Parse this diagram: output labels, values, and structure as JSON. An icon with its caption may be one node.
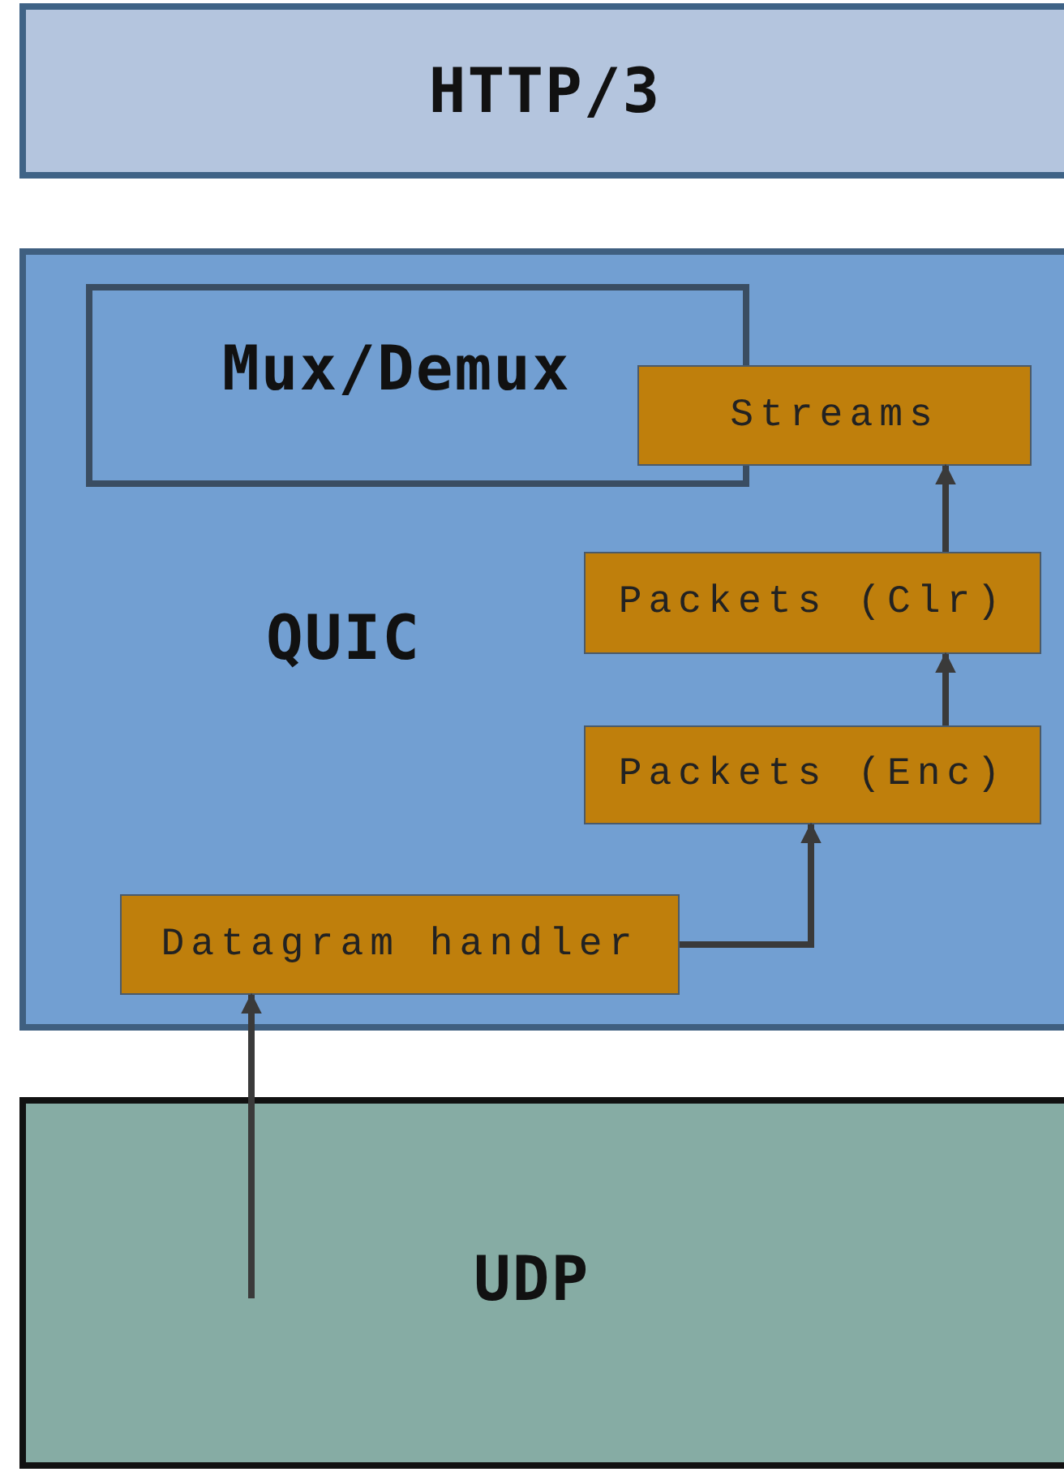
{
  "diagram": {
    "nodes": [
      {
        "text": [
          "HTTP/3"
        ]
      },
      {
        "text": [
          "QUIC"
        ]
      },
      {
        "text": [
          "Mux/Demux"
        ],
        "in": 1
      },
      {
        "text": [
          "Streams"
        ],
        "in": 1
      },
      {
        "text": [
          "Packets (Clr)"
        ],
        "in": 1
      },
      {
        "text": [
          "Packets (Enc)"
        ],
        "in": 1
      },
      {
        "text": [
          "Datagram handler"
        ],
        "in": 1
      },
      {
        "text": [
          "UDP"
        ]
      }
    ],
    "edges": [
      {
        "from": 7,
        "to": 6,
        "arrow": "to"
      },
      {
        "from": 6,
        "to": 5,
        "arrow": "to"
      },
      {
        "from": 5,
        "to": 4,
        "arrow": "to"
      },
      {
        "from": 4,
        "to": 3,
        "arrow": "to"
      }
    ]
  }
}
